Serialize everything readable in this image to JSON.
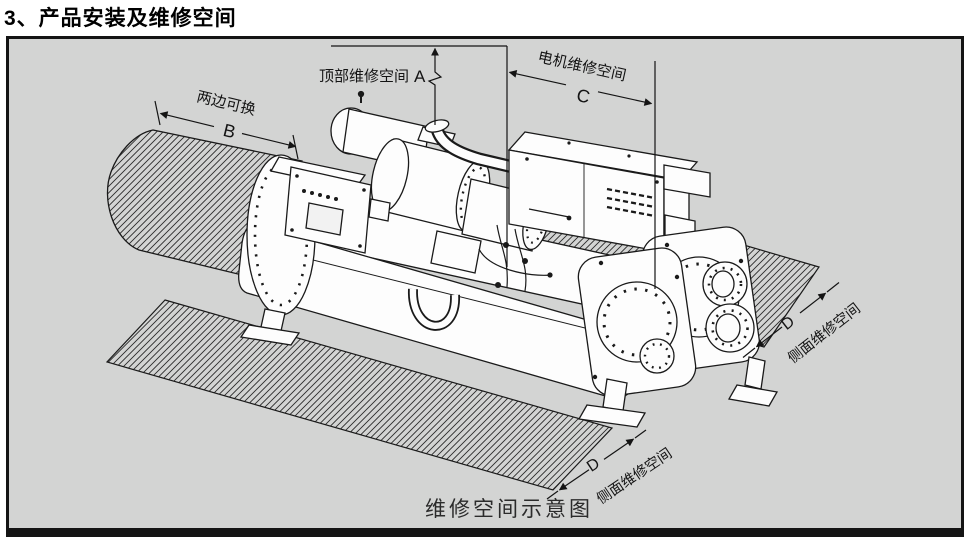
{
  "page": {
    "title": "3、产品安装及维修空间"
  },
  "figure": {
    "caption": "维修空间示意图",
    "labels": {
      "top_clearance": {
        "text": "顶部维修空间",
        "letter": "A"
      },
      "tube_pull": {
        "text": "两边可换",
        "letter": "B"
      },
      "motor_clearance": {
        "text": "电机维修空间",
        "letter": "C"
      },
      "side_clearance_right": {
        "text": "侧面维修空间",
        "letter": "D"
      },
      "side_clearance_front": {
        "text": "侧面维修空间",
        "letter": "D"
      }
    },
    "colors": {
      "canvas": "#d3d4d3",
      "line": "#1a1a1a",
      "machine_fill": "#fdfdfd"
    }
  }
}
